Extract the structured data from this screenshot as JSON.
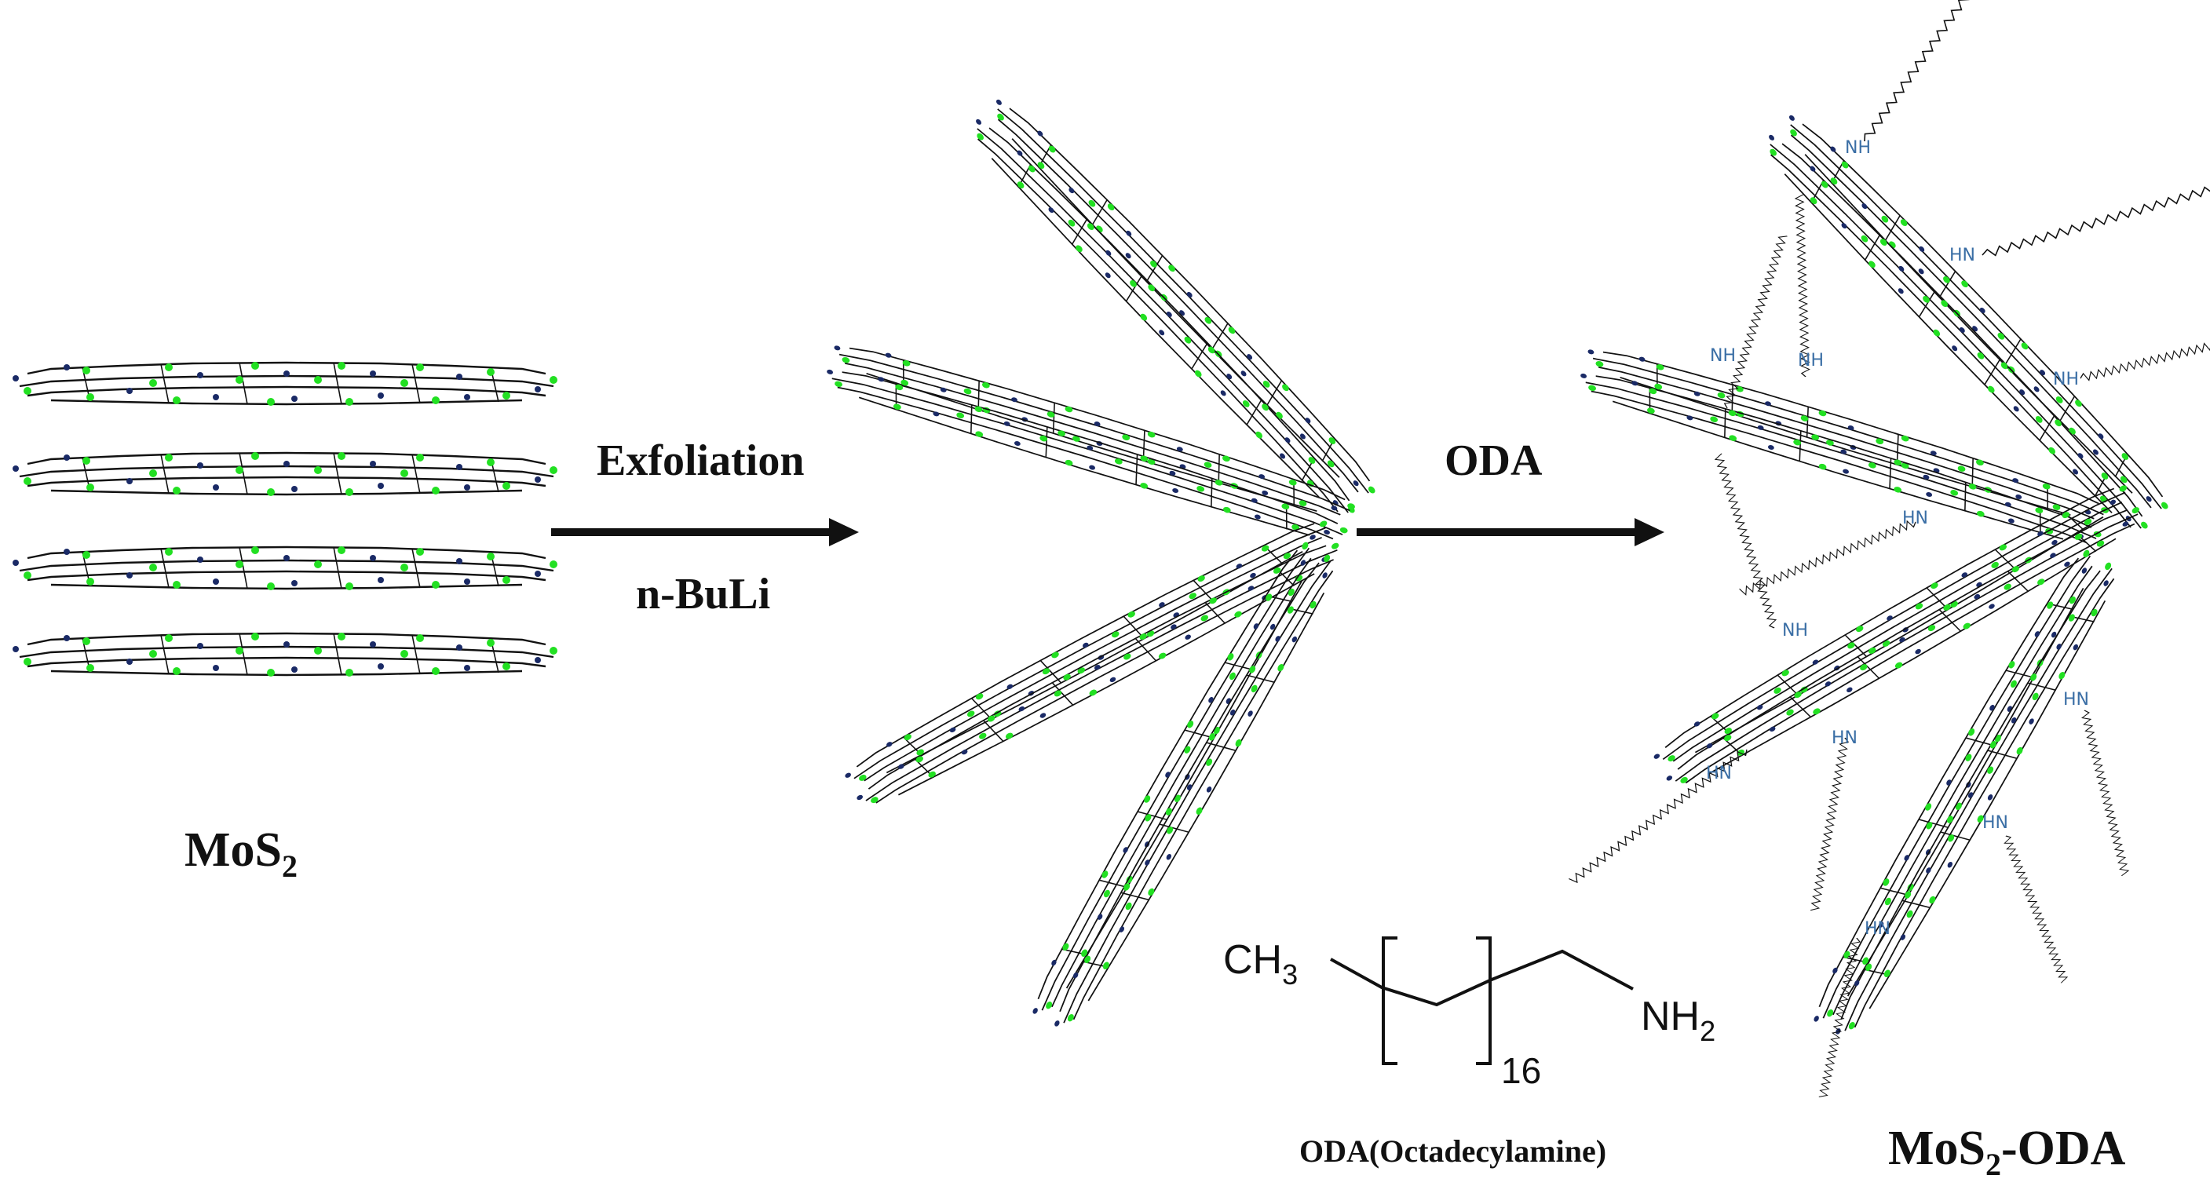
{
  "labels": {
    "mos2": "MoS",
    "mos2_sub": "2",
    "step1_top": "Exfoliation",
    "step1_bottom": "n-BuLi",
    "step2_top": "ODA",
    "product": "MoS",
    "product_sub": "2",
    "product_suffix": "-ODA",
    "oda_caption": "ODA(Octadecylamine)"
  },
  "formula": {
    "ch3": "CH",
    "ch3_sub": "3",
    "nh2": "NH",
    "nh2_sub": "2",
    "repeat": "16"
  },
  "amine_labels": [
    "NH",
    "NH",
    "HN",
    "NH",
    "NH",
    "HN",
    "NH",
    "HN",
    "HN",
    "HN",
    "HN",
    "HN"
  ],
  "colors": {
    "line": "#111111",
    "sulfur": "#22e022",
    "molybdenum": "#1a2a66",
    "amine": "#3a6ea5"
  }
}
